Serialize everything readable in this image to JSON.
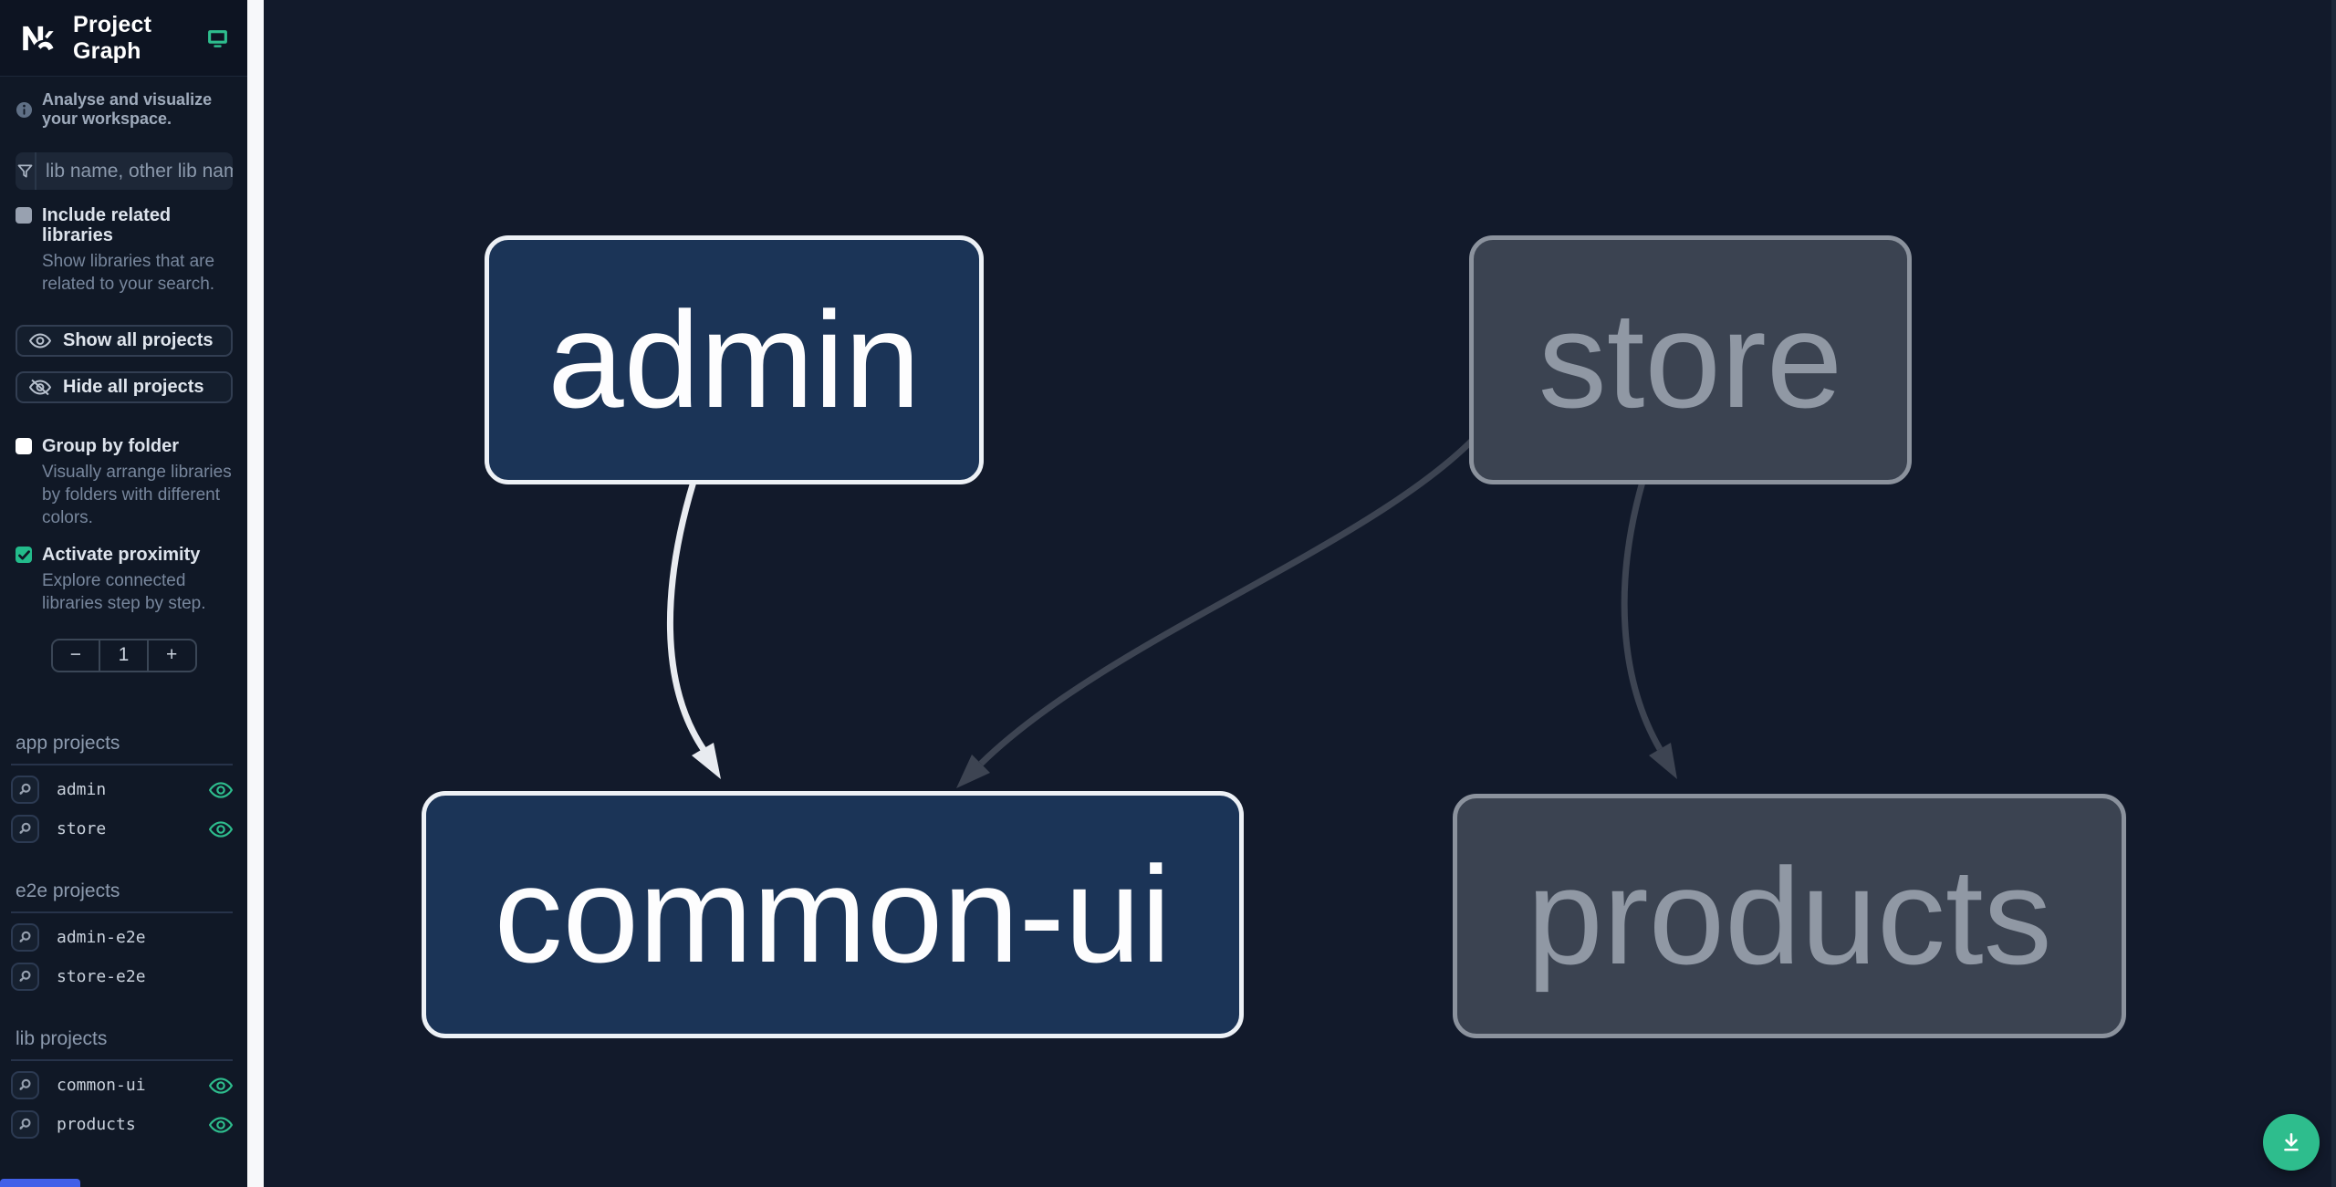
{
  "header": {
    "title": "Project Graph"
  },
  "sidebar": {
    "tagline": "Analyse and visualize your workspace.",
    "search_placeholder": "lib name, other lib name",
    "include_related": {
      "label": "Include related libraries",
      "description": "Show libraries that are related to your search.",
      "checked": false
    },
    "show_all_label": "Show all projects",
    "hide_all_label": "Hide all projects",
    "group_by_folder": {
      "label": "Group by folder",
      "description": "Visually arrange libraries by folders with different colors.",
      "checked": false
    },
    "activate_proximity": {
      "label": "Activate proximity",
      "description": "Explore connected libraries step by step.",
      "checked": true
    },
    "proximity_stepper": {
      "decrement_label": "−",
      "value": "1",
      "increment_label": "+"
    },
    "sections": [
      {
        "title": "app projects",
        "items": [
          {
            "name": "admin",
            "visible": true
          },
          {
            "name": "store",
            "visible": true
          }
        ]
      },
      {
        "title": "e2e projects",
        "items": [
          {
            "name": "admin-e2e",
            "visible": false
          },
          {
            "name": "store-e2e",
            "visible": false
          }
        ]
      },
      {
        "title": "lib projects",
        "items": [
          {
            "name": "common-ui",
            "visible": true
          },
          {
            "name": "products",
            "visible": true
          }
        ]
      }
    ]
  },
  "graph": {
    "nodes": [
      {
        "id": "admin",
        "label": "admin",
        "type": "app",
        "state": "highlighted"
      },
      {
        "id": "store",
        "label": "store",
        "type": "app",
        "state": "dimmed"
      },
      {
        "id": "common-ui",
        "label": "common-ui",
        "type": "lib",
        "state": "highlighted"
      },
      {
        "id": "products",
        "label": "products",
        "type": "lib",
        "state": "dimmed"
      }
    ],
    "edges": [
      {
        "source": "admin",
        "target": "common-ui",
        "state": "highlighted"
      },
      {
        "source": "store",
        "target": "common-ui",
        "state": "dimmed"
      },
      {
        "source": "store",
        "target": "products",
        "state": "dimmed"
      }
    ]
  },
  "colors": {
    "accent_teal": "#2ebd8d",
    "node_highlight_fill": "#1b3457",
    "node_highlight_border": "#edf1f6",
    "node_dim_fill": "#3b4351",
    "node_dim_border": "#8b929d",
    "edge_highlight": "#e8ebf0",
    "edge_dim": "#3d4452",
    "canvas_bg": "#121a2b",
    "sidebar_bg": "#101826",
    "eye_icon_green": "#2ebd8d",
    "bottom_strip_blue": "#4160e8"
  }
}
